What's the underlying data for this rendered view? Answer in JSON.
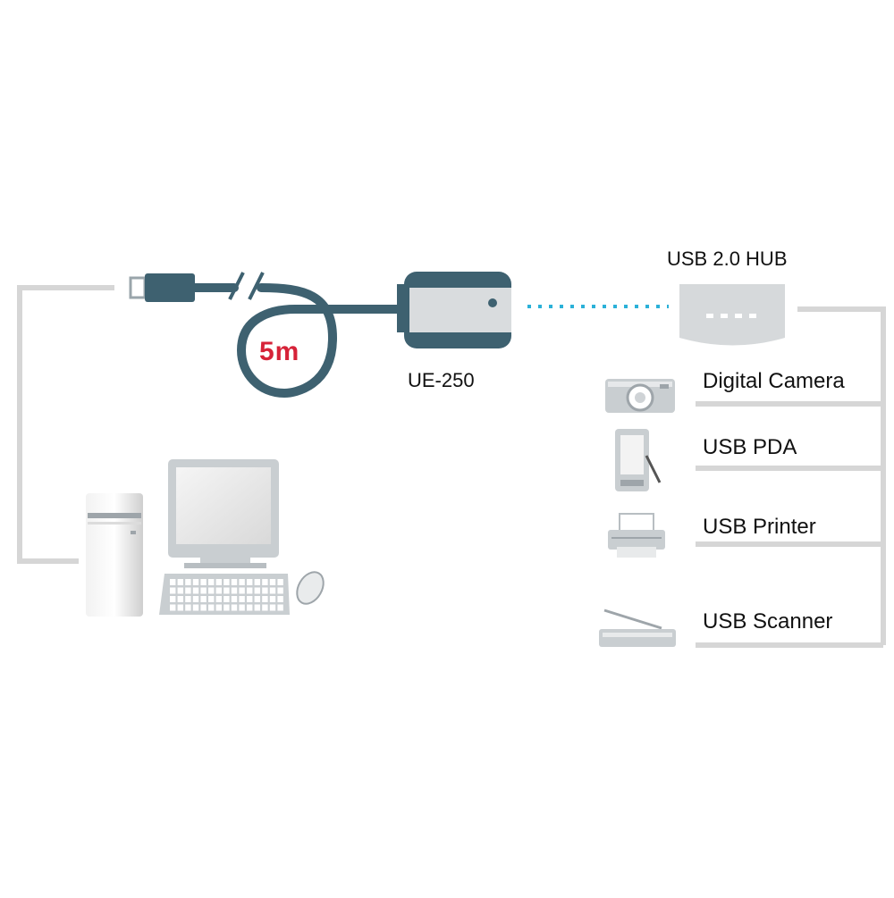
{
  "cable": {
    "length_label": "5m"
  },
  "extender": {
    "model_label": "UE-250"
  },
  "hub": {
    "label": "USB 2.0 HUB"
  },
  "devices": [
    {
      "id": "camera",
      "label": "Digital Camera",
      "icon": "camera-icon"
    },
    {
      "id": "pda",
      "label": "USB PDA",
      "icon": "pda-icon"
    },
    {
      "id": "printer",
      "label": "USB Printer",
      "icon": "printer-icon"
    },
    {
      "id": "scanner",
      "label": "USB Scanner",
      "icon": "scanner-icon"
    }
  ],
  "colors": {
    "cable": "#3e6170",
    "bracket": "#d6d6d6",
    "dotted_link": "#2bb1d8",
    "badge_text": "#d62238",
    "device_body": "#c9ced1"
  }
}
